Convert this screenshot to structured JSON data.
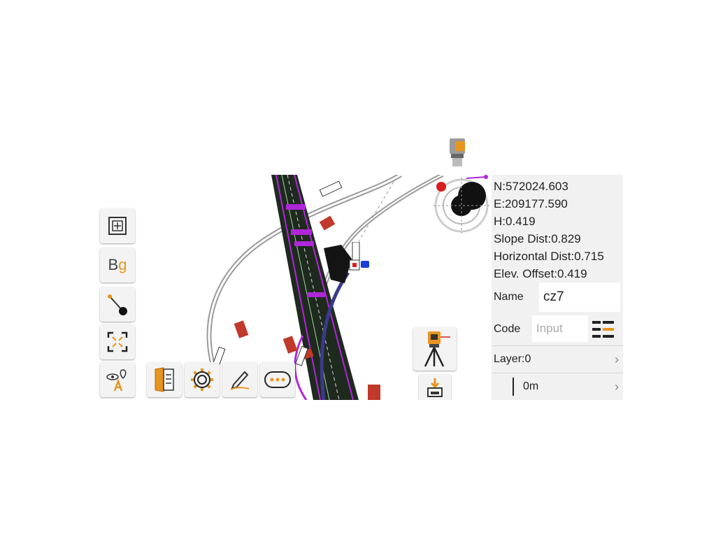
{
  "readout": {
    "n": "N:572024.603",
    "e": "E:209177.590",
    "h": "H:0.419",
    "slope_dist": "Slope Dist:0.829",
    "horizontal_dist": "Horizontal Dist:0.715",
    "elev_offset": "Elev. Offset:0.419"
  },
  "form": {
    "name_label": "Name",
    "name_value": "cz7",
    "code_label": "Code",
    "code_placeholder": "Input",
    "layer_label": "Layer:0",
    "height_value": "0m"
  },
  "left_toolbar": {
    "bg_label_b": "B",
    "bg_label_g": "g"
  },
  "colors": {
    "accent_orange": "#e8951e",
    "marker_red": "#d81e1e",
    "road_magenta": "#b026d9"
  }
}
